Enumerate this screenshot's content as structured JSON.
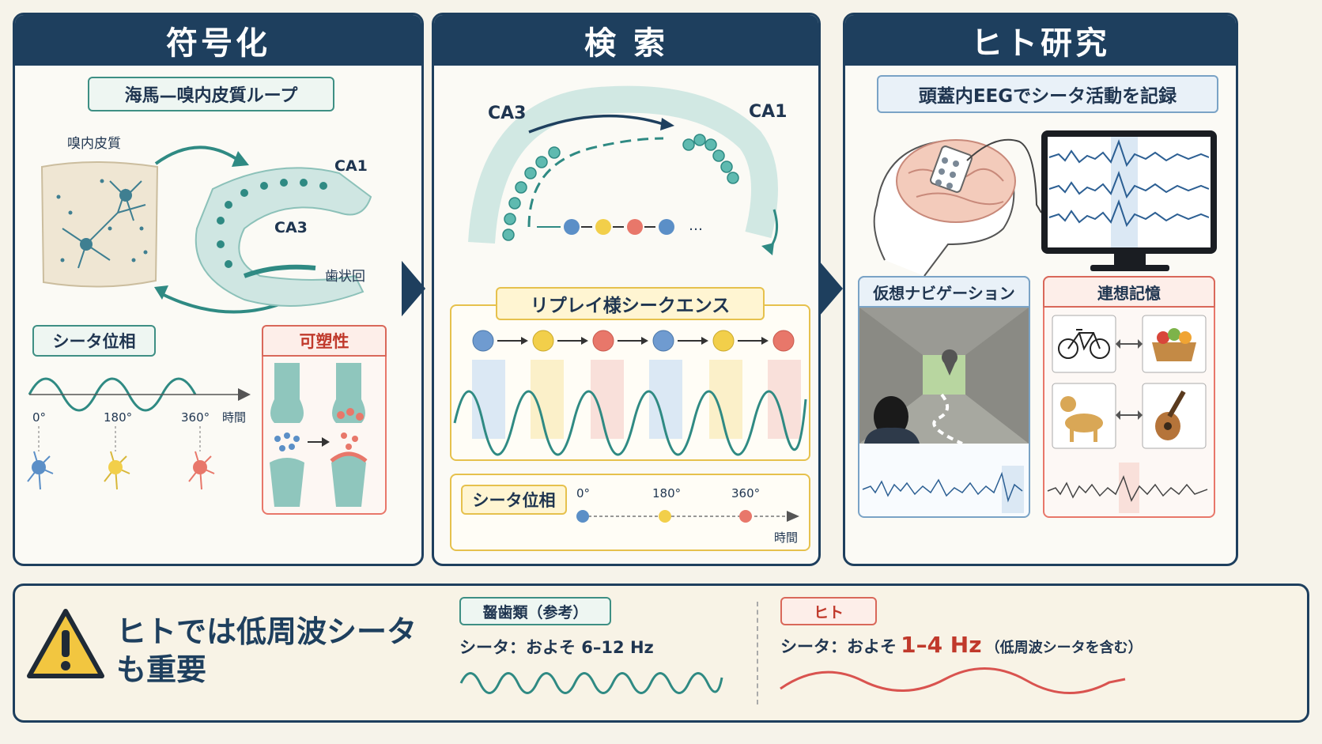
{
  "panels": {
    "encode": {
      "title": "符号化",
      "loop_tag": "海馬—嗅内皮質ループ",
      "entorhinal": "嗅内皮質",
      "ca1": "CA1",
      "ca3": "CA3",
      "dentate": "歯状回",
      "theta_phase_tag": "シータ位相",
      "plasticity_tag": "可塑性",
      "phase_labels": [
        "0°",
        "180°",
        "360°"
      ],
      "time_label": "時間"
    },
    "retrieve": {
      "title": "検 索",
      "ca3": "CA3",
      "ca1": "CA1",
      "ellipsis": "…",
      "replay_tag": "リプレイ様シークエンス",
      "theta_phase_tag": "シータ位相",
      "phase_labels": [
        "0°",
        "180°",
        "360°"
      ],
      "time_label": "時間"
    },
    "human": {
      "title": "ヒト研究",
      "eeg_tag": "頭蓋内EEGでシータ活動を記録",
      "vr_tag": "仮想ナビゲーション",
      "assoc_tag": "連想記憶"
    }
  },
  "bottom": {
    "headline_line1": "ヒトでは低周波シータ",
    "headline_line2": "も重要",
    "rodent_tag": "齧歯類（参考）",
    "rodent_text": "シータ：およそ 6–12 Hz",
    "human_tag": "ヒト",
    "human_prefix": "シータ：およそ",
    "human_freq": "1–4 Hz",
    "human_suffix": "（低周波シータを含む）"
  },
  "colors": {
    "navy": "#1e3f5e",
    "teal": "#2f8a83",
    "blue": "#5b8fc7",
    "yellow": "#f2cf4a",
    "red": "#e8776a",
    "accent_red": "#c0392b"
  },
  "icons": [
    "warning-icon",
    "pin-icon",
    "bicycle-icon",
    "fruit-basket-icon",
    "dog-icon",
    "guitar-icon",
    "brain-icon",
    "monitor-icon"
  ]
}
